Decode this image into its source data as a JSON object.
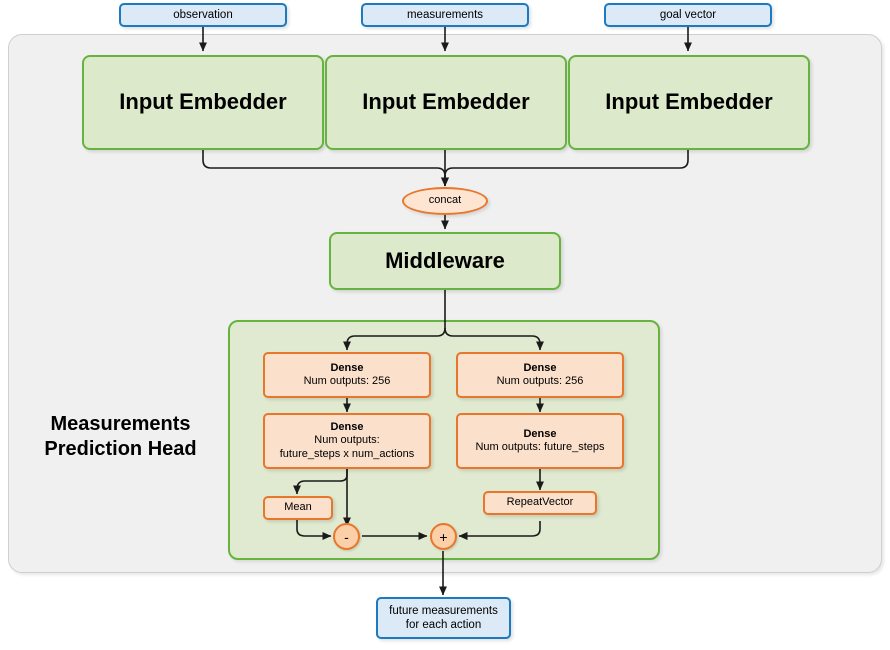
{
  "diagram": {
    "title_label": "Measurements Prediction Head",
    "title_line1": "Measurements",
    "title_line2": "Prediction Head",
    "colors": {
      "io_border": "#1c7ac0",
      "io_fill": "#dce9f7",
      "module_border": "#67b33f",
      "module_fill": "#dceacb",
      "op_border": "#e8762c",
      "op_fill": "#fbe0cc",
      "frame_fill": "#f0f0f0",
      "frame_border": "#cfcfcf",
      "edge": "#1a1a1a"
    }
  },
  "inputs": [
    {
      "label": "observation"
    },
    {
      "label": "measurements"
    },
    {
      "label": "goal vector"
    }
  ],
  "embedders": [
    {
      "label": "Input Embedder"
    },
    {
      "label": "Input Embedder"
    },
    {
      "label": "Input Embedder"
    }
  ],
  "concat": {
    "label": "concat"
  },
  "middleware": {
    "label": "Middleware"
  },
  "head": {
    "left_branch": {
      "dense1_title": "Dense",
      "dense1_detail": "Num outputs: 256",
      "dense2_title": "Dense",
      "dense2_detail_line1": "Num outputs:",
      "dense2_detail_line2": "future_steps x num_actions",
      "mean_label": "Mean",
      "minus_label": "-"
    },
    "right_branch": {
      "dense1_title": "Dense",
      "dense1_detail": "Num outputs: 256",
      "dense2_title": "Dense",
      "dense2_detail": "Num outputs: future_steps",
      "repeat_label": "RepeatVector"
    },
    "plus_label": "+"
  },
  "output": {
    "line1": "future measurements",
    "line2": "for each action"
  }
}
